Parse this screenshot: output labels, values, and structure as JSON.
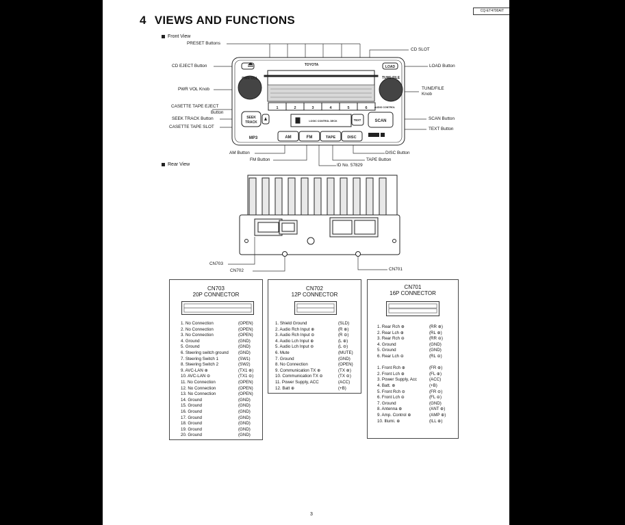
{
  "doc_id": "CQ-ET4700A/T",
  "section": {
    "number": "4",
    "title": "VIEWS AND FUNCTIONS"
  },
  "front_view": {
    "heading": "Front View",
    "labels": {
      "preset": "PRESET Buttons",
      "cd_slot": "CD SLOT",
      "cd_eject": "CD EJECT Button",
      "load": "LOAD Button",
      "pwr_vol": "PWR VOL Knob",
      "tune_file": "TUNE/FILE",
      "knob": "Knob",
      "cassette_eject": "CASETTE TAPE EJECT",
      "cassette_eject2": "Button",
      "seek_track": "SEEK TRACK Button",
      "cassette_slot": "CASETTE TAPE SLOT",
      "scan": "SCAN Button",
      "text": "TEXT Button",
      "am": "AM Button",
      "fm": "FM Button",
      "disc": "DISC Button",
      "tape": "TAPE Button",
      "id_no": "ID No. 57829"
    },
    "unit": {
      "brand": "TOYOTA",
      "load": "LOAD",
      "pwr_vol": "PWR·VOL",
      "tune_file": "TUNE·FILE",
      "audio_control": "AUDIO CONTROL",
      "seek": "SEEK",
      "track": "TRACK",
      "text": "TEXT",
      "scan": "SCAN",
      "am": "AM",
      "fm": "FM",
      "tape": "TAPE",
      "disc": "DISC",
      "presets": [
        "1",
        "2",
        "3",
        "4",
        "5",
        "6"
      ],
      "logic": "LOGIC CONTROL DECK",
      "mp3": "MP3"
    }
  },
  "rear_view": {
    "heading": "Rear View",
    "labels": {
      "cn703": "CN703",
      "cn702": "CN702",
      "cn701": "CN701"
    }
  },
  "connectors": [
    {
      "id": "CN703",
      "title": "20P CONNECTOR",
      "pins": [
        [
          "1. No Connection",
          "(OPEN)"
        ],
        [
          "2. No Connection",
          "(OPEN)"
        ],
        [
          "3. No Connection",
          "(OPEN)"
        ],
        [
          "4. Ground",
          "(GND)"
        ],
        [
          "5. Ground",
          "(GND)"
        ],
        [
          "6. Steering switch ground",
          "(GND)"
        ],
        [
          "7. Steering Switch 1",
          "(SW1)"
        ],
        [
          "8. Steering Switch 2",
          "(SW2)"
        ],
        [
          "9. AVC-LAN ⊕",
          "(TX1 ⊕)"
        ],
        [
          "10. AVC-LAN ⊖",
          "(TX1 ⊖)"
        ],
        [
          "11. No Connection",
          "(OPEN)"
        ],
        [
          "12. No Connection",
          "(OPEN)"
        ],
        [
          "13. No Connection",
          "(OPEN)"
        ],
        [
          "14. Ground",
          "(GND)"
        ],
        [
          "15. Ground",
          "(GND)"
        ],
        [
          "16. Ground",
          "(GND)"
        ],
        [
          "17. Ground",
          "(GND)"
        ],
        [
          "18. Ground",
          "(GND)"
        ],
        [
          "19. Ground",
          "(GND)"
        ],
        [
          "20. Ground",
          "(GND)"
        ]
      ]
    },
    {
      "id": "CN702",
      "title": "12P CONNECTOR",
      "pins": [
        [
          "1. Shield Ground",
          "(SLD)"
        ],
        [
          "2. Audio Rch Input ⊕",
          "(R ⊕)"
        ],
        [
          "3. Audio Rch Input ⊖",
          "(R ⊖)"
        ],
        [
          "4. Audio Lch Input ⊕",
          "(L ⊕)"
        ],
        [
          "5. Audio Lch Input ⊖",
          "(L ⊖)"
        ],
        [
          "6. Mute",
          "(MUTE)"
        ],
        [
          "7. Ground",
          "(GND)"
        ],
        [
          "8. No Connection",
          "(OPEN)"
        ],
        [
          "9. Communication TX ⊕",
          "(TX ⊕)"
        ],
        [
          "10. Communication TX ⊖",
          "(TX ⊖)"
        ],
        [
          "11. Power Supply, ACC",
          "(ACC)"
        ],
        [
          "12. Batt ⊕",
          "(+B)"
        ]
      ]
    },
    {
      "id": "CN701",
      "title": "16P CONNECTOR",
      "pins": [
        [
          "1. Rear Rch ⊕",
          "(RR ⊕)"
        ],
        [
          "2. Rear Lch ⊕",
          "(RL ⊕)"
        ],
        [
          "3. Rear Rch ⊖",
          "(RR ⊖)"
        ],
        [
          "4. Ground",
          "(GND)"
        ],
        [
          "5. Ground",
          "(GND)"
        ],
        [
          "6. Rear Lch ⊖",
          "(RL ⊖)"
        ],
        [
          "",
          ""
        ],
        [
          "1. Front Rch ⊕",
          "(FR ⊕)"
        ],
        [
          "2. Front Lch ⊕",
          "(FL ⊕)"
        ],
        [
          "3. Power Supply, Acc",
          "(ACC)"
        ],
        [
          "4. Batt. ⊕",
          "(+B)"
        ],
        [
          "5. Front Rch ⊖",
          "(FR ⊖)"
        ],
        [
          "6. Front Lch ⊖",
          "(FL ⊖)"
        ],
        [
          "7. Ground",
          "(GND)"
        ],
        [
          "8. Antenna ⊕",
          "(ANT ⊕)"
        ],
        [
          "9. Amp. Control ⊕",
          "(AMP ⊕)"
        ],
        [
          "10. Illumi. ⊕",
          "(ILL ⊕)"
        ]
      ]
    }
  ],
  "page_number": "3"
}
